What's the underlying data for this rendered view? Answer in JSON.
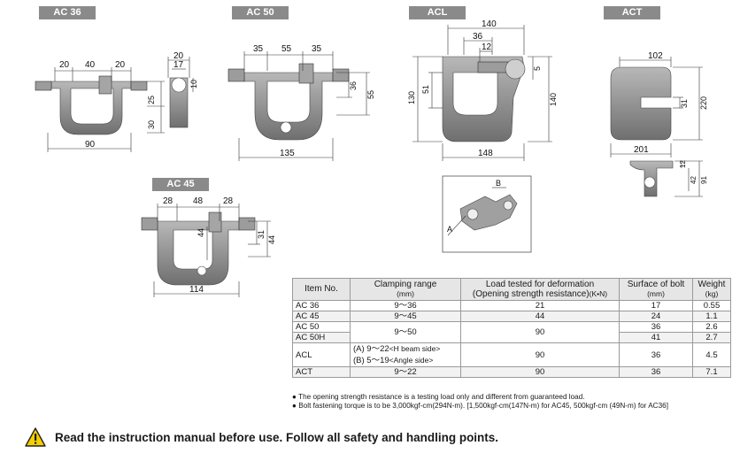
{
  "tags": {
    "ac36": "AC 36",
    "ac50": "AC 50",
    "acl": "ACL",
    "act": "ACT",
    "ac45": "AC 45"
  },
  "dims": {
    "ac36": {
      "w1": "20",
      "w2": "40",
      "w3": "20",
      "h1": "25",
      "h2": "30",
      "total": "90",
      "side_w1": "20",
      "side_w2": "17",
      "r": "10"
    },
    "ac50": {
      "w1": "35",
      "w2": "55",
      "w3": "35",
      "h1": "36",
      "h2": "55",
      "total": "135"
    },
    "acl": {
      "w_top": "140",
      "w_mid": "36",
      "w_small": "12",
      "h_outer": "130",
      "h_inner": "51",
      "h_right": "140",
      "r": "5",
      "total": "148",
      "label_a": "A",
      "label_b": "B"
    },
    "act": {
      "w_top": "102",
      "h_slot": "31",
      "h_total": "220",
      "total": "201",
      "s1": "12",
      "s2": "42",
      "s3": "91"
    },
    "ac45": {
      "w1": "28",
      "w2": "48",
      "w3": "28",
      "h1": "44",
      "h2": "31",
      "h3": "44",
      "total": "114"
    }
  },
  "table": {
    "headers": {
      "item": "Item No.",
      "clamp": "Clamping range",
      "clamp_unit": "(mm)",
      "load": "Load tested for deformation",
      "load_sub": "(Opening strength resistance)",
      "load_unit": "(K•N)",
      "surface": "Surface of bolt",
      "surface_unit": "(mm)",
      "weight": "Weight",
      "weight_unit": "(kg)"
    },
    "rows": [
      {
        "item": "AC 36",
        "clamp": "9～36",
        "load": "21",
        "surface": "17",
        "weight": "0.55"
      },
      {
        "item": "AC 45",
        "clamp": "9～45",
        "load": "44",
        "surface": "24",
        "weight": "1.1"
      },
      {
        "item": "AC 50",
        "clamp": "9～50",
        "load": "90",
        "surface": "36",
        "weight": "2.6"
      },
      {
        "item": "AC 50H",
        "surface": "41",
        "weight": "2.7"
      },
      {
        "item": "ACL",
        "clamp_a": "(A) 9～22",
        "clamp_a_note": "<H beam side>",
        "clamp_b": "(B) 5～19",
        "clamp_b_note": "<Angle side>",
        "load": "90",
        "surface": "36",
        "weight": "4.5"
      },
      {
        "item": "ACT",
        "clamp": "9～22",
        "load": "90",
        "surface": "36",
        "weight": "7.1"
      }
    ]
  },
  "notes": [
    "The opening strength resistance is a testing load only and different from guaranteed load.",
    "Bolt fastening torque is to be 3,000kgf-cm(294N-m). [1,500kgf-cm(147N-m) for AC45, 500kgf-cm (49N-m) for AC36]"
  ],
  "warning": {
    "icon": "warning-triangle-icon",
    "text": "Read the instruction manual before use. Follow all safety and handling points."
  },
  "colors": {
    "tag_bg": "#8a8a8a",
    "part": "#7d7d7d",
    "part_light": "#a9a9a9",
    "header_bg": "#e6e6e6",
    "warn_yellow": "#f5d000"
  }
}
